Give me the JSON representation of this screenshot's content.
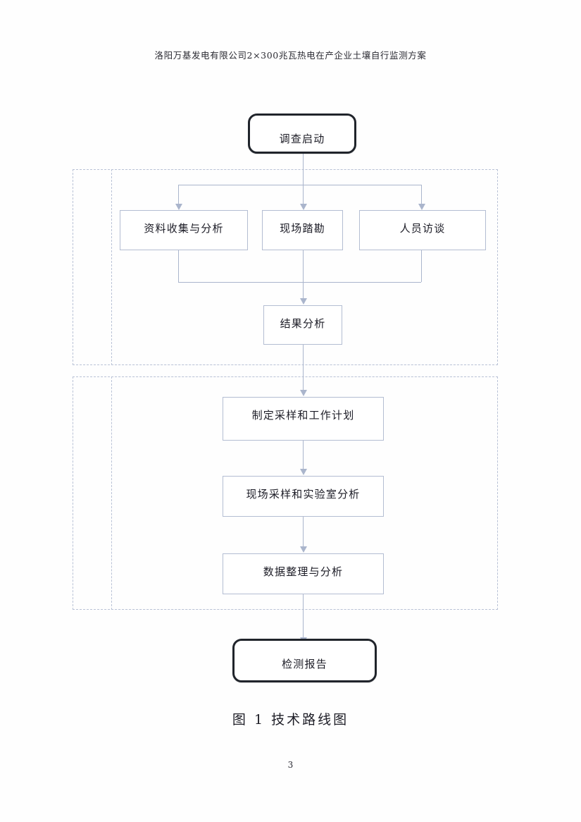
{
  "document": {
    "header_title": "洛阳万基发电有限公司2×300兆瓦热电在产企业土壤自行监测方案",
    "page_number": "3",
    "figure_caption": "图 1  技术路线图"
  },
  "colors": {
    "node_border": "#b3bdd2",
    "terminator_border": "#20242b",
    "connector": "#aab5cc",
    "group_border": "#b9c2d6",
    "text": "#1c1c26",
    "page_background": "#fefefe"
  },
  "flowchart": {
    "title": "技术路线图",
    "nodes": [
      {
        "id": "start",
        "label": "调查启动",
        "shape": "terminator"
      },
      {
        "id": "data-collect",
        "label": "资料收集与分析",
        "shape": "process"
      },
      {
        "id": "site-survey",
        "label": "现场踏勘",
        "shape": "process"
      },
      {
        "id": "interview",
        "label": "人员访谈",
        "shape": "process"
      },
      {
        "id": "result-analysis",
        "label": "结果分析",
        "shape": "process"
      },
      {
        "id": "sampling-plan",
        "label": "制定采样和工作计划",
        "shape": "process"
      },
      {
        "id": "field-lab",
        "label": "现场采样和实验室分析",
        "shape": "process"
      },
      {
        "id": "data-analysis",
        "label": "数据整理与分析",
        "shape": "process"
      },
      {
        "id": "report",
        "label": "检测报告",
        "shape": "terminator"
      }
    ],
    "groups": [
      {
        "id": "phase-1-outer",
        "style": "dashed"
      },
      {
        "id": "phase-1-inner",
        "style": "dashed"
      },
      {
        "id": "phase-2-outer",
        "style": "dashed"
      },
      {
        "id": "phase-2-inner",
        "style": "dashed"
      }
    ],
    "edges": [
      {
        "from": "start",
        "to": "data-collect"
      },
      {
        "from": "start",
        "to": "site-survey"
      },
      {
        "from": "start",
        "to": "interview"
      },
      {
        "from": "data-collect",
        "to": "result-analysis"
      },
      {
        "from": "site-survey",
        "to": "result-analysis"
      },
      {
        "from": "interview",
        "to": "result-analysis"
      },
      {
        "from": "result-analysis",
        "to": "sampling-plan"
      },
      {
        "from": "sampling-plan",
        "to": "field-lab"
      },
      {
        "from": "field-lab",
        "to": "data-analysis"
      },
      {
        "from": "data-analysis",
        "to": "report"
      }
    ]
  }
}
